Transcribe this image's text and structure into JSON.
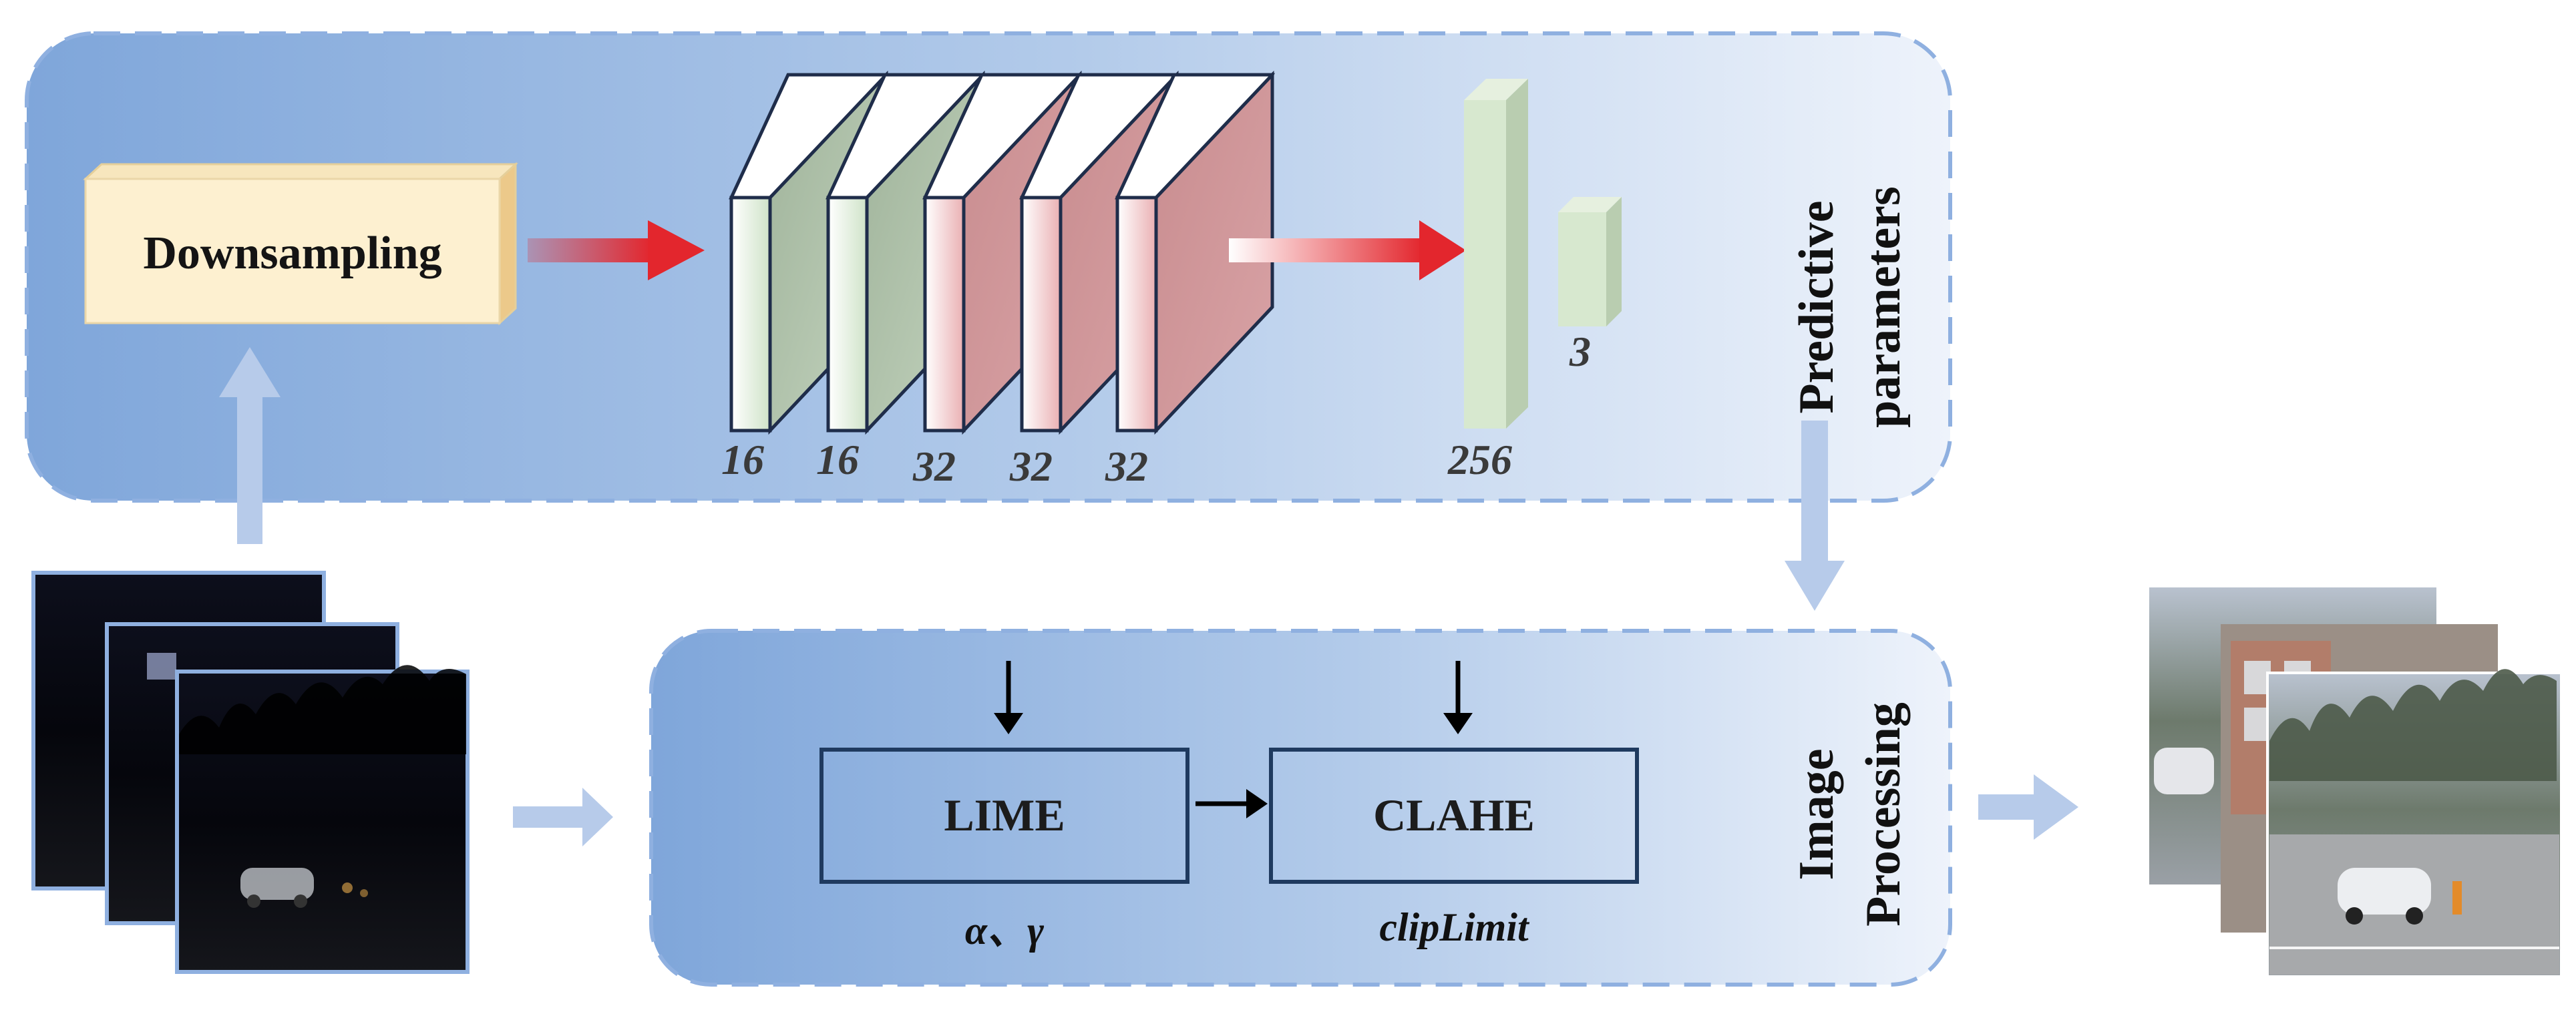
{
  "top_module": {
    "downsampling_label": "Downsampling",
    "layer_channels": [
      "16",
      "16",
      "32",
      "32",
      "32"
    ],
    "fc_sizes": [
      "256",
      "3"
    ],
    "side_label_line1": "Predictive",
    "side_label_line2": "parameters"
  },
  "bottom_module": {
    "lime_label": "LIME",
    "clahe_label": "CLAHE",
    "lime_params": "α、γ",
    "clahe_params": "clipLimit",
    "side_label_line1": "Image",
    "side_label_line2": "Processing"
  },
  "colors": {
    "panel_blue": "#7fa6da",
    "dashed_border": "#8fb0e0",
    "downsampling_fill": "#fcebc4",
    "layer_green": "#d9ead3",
    "layer_red": "#e9a9ad",
    "arrow_red": "#e3262d",
    "arrow_light": "#b7cbea",
    "box_border": "#1f3a5f"
  }
}
